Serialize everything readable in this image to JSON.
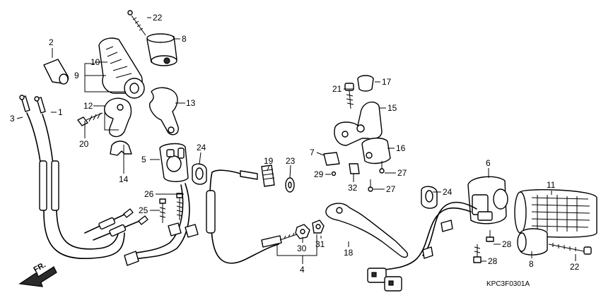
{
  "diagram": {
    "drawing_code": "KPC3F0301A",
    "direction_label": "FR.",
    "callouts": [
      "1",
      "2",
      "3",
      "4",
      "5",
      "6",
      "7",
      "8",
      "8",
      "9",
      "10",
      "11",
      "12",
      "13",
      "14",
      "15",
      "16",
      "17",
      "18",
      "19",
      "20",
      "21",
      "22",
      "22",
      "23",
      "24",
      "24",
      "25",
      "26",
      "27",
      "27",
      "28",
      "28",
      "29",
      "30",
      "31",
      "32"
    ]
  }
}
